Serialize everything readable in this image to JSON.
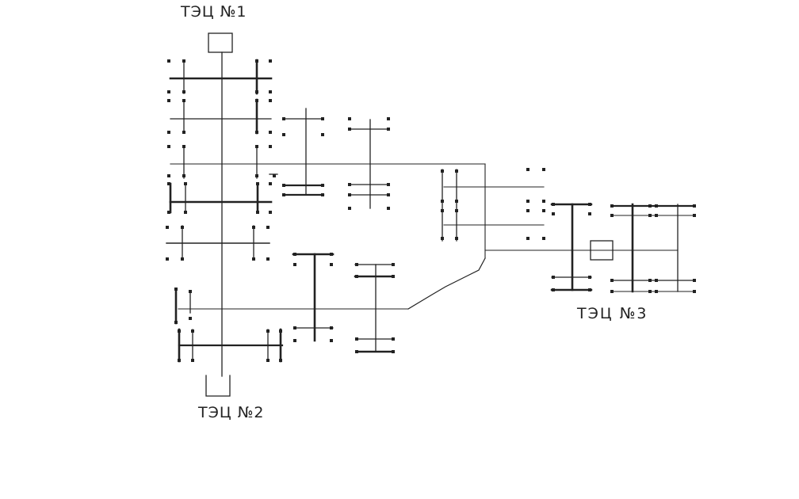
{
  "diagram": {
    "labels": {
      "station_1": "ТЭЦ №1",
      "station_2": "ТЭЦ №2",
      "station_3": "ТЭЦ №3"
    },
    "colors": {
      "line": "#222222",
      "background": "#ffffff"
    }
  }
}
